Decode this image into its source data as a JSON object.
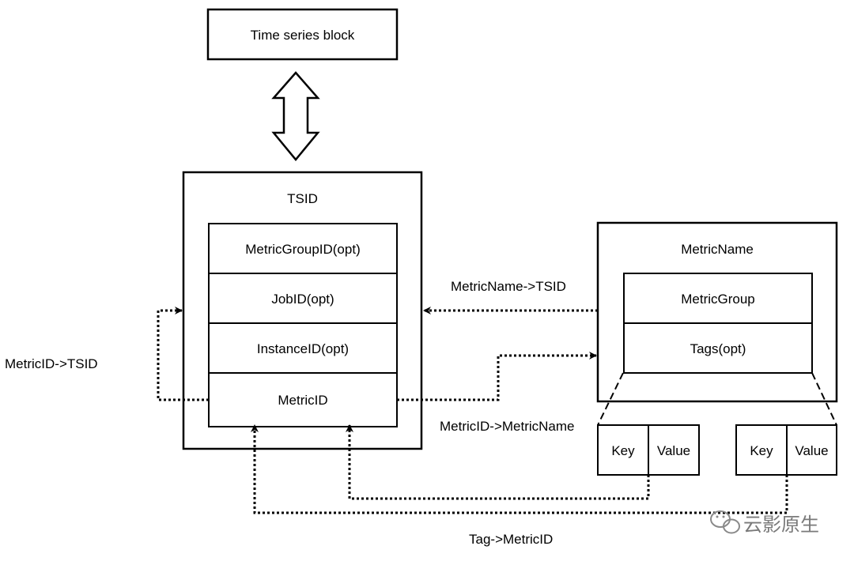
{
  "time_series_block": "Time series block",
  "tsid": {
    "title": "TSID",
    "fields": [
      "MetricGroupID(opt)",
      "JobID(opt)",
      "InstanceID(opt)",
      "MetricID"
    ]
  },
  "metric_name": {
    "title": "MetricName",
    "fields": [
      "MetricGroup",
      "Tags(opt)"
    ]
  },
  "tags": [
    {
      "key": "Key",
      "value": "Value"
    },
    {
      "key": "Key",
      "value": "Value"
    }
  ],
  "edges": {
    "metricid_to_tsid": "MetricID->TSID",
    "metricname_to_tsid": "MetricName->TSID",
    "metricid_to_metricname": "MetricID->MetricName",
    "tag_to_metricid": "Tag->MetricID"
  },
  "watermark": "云影原生"
}
